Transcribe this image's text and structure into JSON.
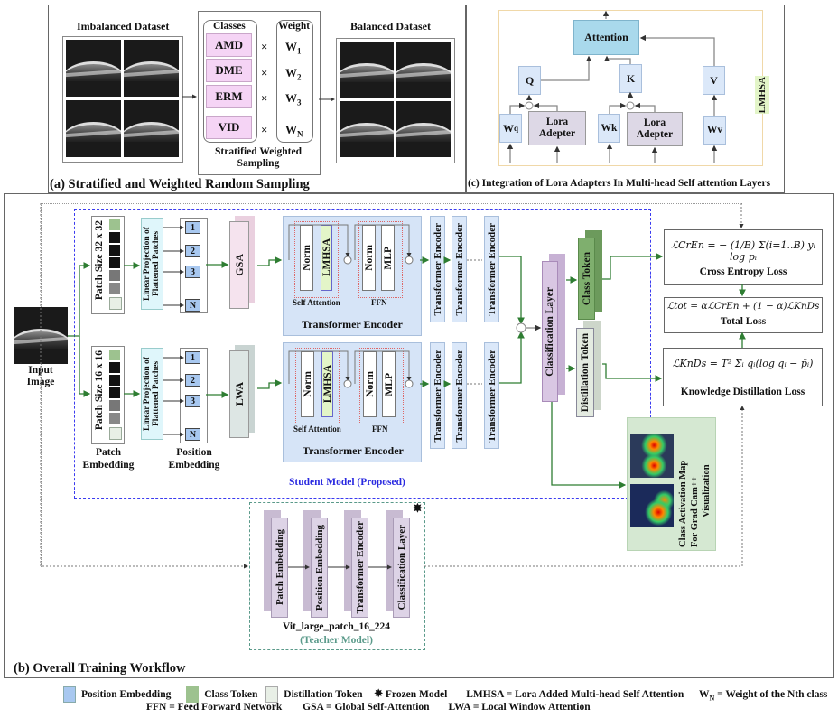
{
  "panel_a": {
    "caption": "(a) Stratified and Weighted Random Sampling",
    "imbalanced_title": "Imbalanced Dataset",
    "balanced_title": "Balanced Dataset",
    "classes_header": "Classes",
    "weight_header": "Weight",
    "classes": [
      "AMD",
      "DME",
      "ERM",
      "VID"
    ],
    "weights": [
      {
        "base": "W",
        "sub": "1"
      },
      {
        "base": "W",
        "sub": "2"
      },
      {
        "base": "W",
        "sub": "3"
      },
      {
        "base": "W",
        "sub": "N"
      }
    ],
    "times": "×",
    "sampler_label_1": "Stratified Weighted",
    "sampler_label_2": "Sampling"
  },
  "panel_c": {
    "caption": "(c) Integration of Lora Adapters In Multi-head Self attention Layers",
    "attention": "Attention",
    "q": "Q",
    "k": "K",
    "v": "V",
    "wq_base": "W",
    "wq_sub": "q",
    "wk": "Wk",
    "wv": "Wv",
    "lora_1": "Lora",
    "lora_2": "Adepter",
    "side_tag": "LMHSA"
  },
  "panel_b": {
    "caption": "(b) Overall Training Workflow",
    "input_image_1": "Input",
    "input_image_2": "Image",
    "patch_32": "Patch Size 32 x 32",
    "patch_16": "Patch Size 16 x 16",
    "linear_proj": "Linear Projection of Flattened Patches",
    "pos_tokens": [
      "1",
      "2",
      "3",
      "N"
    ],
    "gsa": "GSA",
    "lwa": "LWA",
    "patch_embedding_1": "Patch",
    "patch_embedding_2": "Embedding",
    "position_embedding_1": "Position",
    "position_embedding_2": "Embedding",
    "norm": "Norm",
    "lmhsa": "LMHSA",
    "mlp": "MLP",
    "self_attention": "Self Attention",
    "ffn": "FFN",
    "transformer_encoder": "Transformer Encoder",
    "student_label": "Student Model (Proposed)",
    "classification_layer": "Classification Layer",
    "class_token": "Class Token",
    "distillation_token": "Distillation Token",
    "cross_entropy": {
      "formula": "ℒCrEn = − (1/B) Σ(i=1..B) yᵢ log pᵢ",
      "label": "Cross Entropy Loss"
    },
    "total_loss": {
      "formula": "ℒtot = αℒCrEn + (1 − α)ℒKnDs",
      "label": "Total Loss"
    },
    "kd_loss": {
      "formula": "ℒKnDs = T² Σᵢ qᵢ(log qᵢ − p̂ᵢ)",
      "label": "Knowledge Distillation Loss"
    },
    "cam_1": "Class Activation Map",
    "cam_2": "For  Grad Cam++",
    "cam_3": "Visualization",
    "teacher": {
      "blocks": [
        "Patch Embedding",
        "Position Embedding",
        "Transformer Encoder",
        "Classification Layer"
      ],
      "name": "Vit_large_patch_16_224",
      "role": "(Teacher Model)"
    }
  },
  "legend": {
    "row1": [
      {
        "swatch": "#a8c8f0",
        "label": "Position Embedding"
      },
      {
        "swatch": "#9dc28f",
        "label": "Class Token"
      },
      {
        "swatch": "#e8efe6",
        "label": "Distillation Token"
      }
    ],
    "frozen_icon": "✸",
    "frozen": "Frozen Model",
    "lmhsa_def": "LMHSA = Lora Added Multi-head Self Attention",
    "wn_base": "W",
    "wn_sub": "N",
    "wn_def": " = Weight of the Nth class",
    "ffn_def": "FFN = Feed  Forward Network",
    "gsa_def": "GSA = Global Self-Attention",
    "lwa_def": "LWA = Local Window Attention"
  },
  "colors": {
    "arrow_green": "#2e7d32",
    "student_border": "#3b3bf0",
    "teacher_border": "#5a9a8a",
    "encoder_bg": "#d6e4f7",
    "lmhsa_bg": "#e3f5c8",
    "class_token": "#7faf6e",
    "distill_token": "#e4ebe1",
    "classif_layer": "#d9c7e3",
    "teacher_block": "#ddd3e6",
    "cam_bg": "#d5e8d2",
    "attention_bg": "#a9d9ec"
  }
}
